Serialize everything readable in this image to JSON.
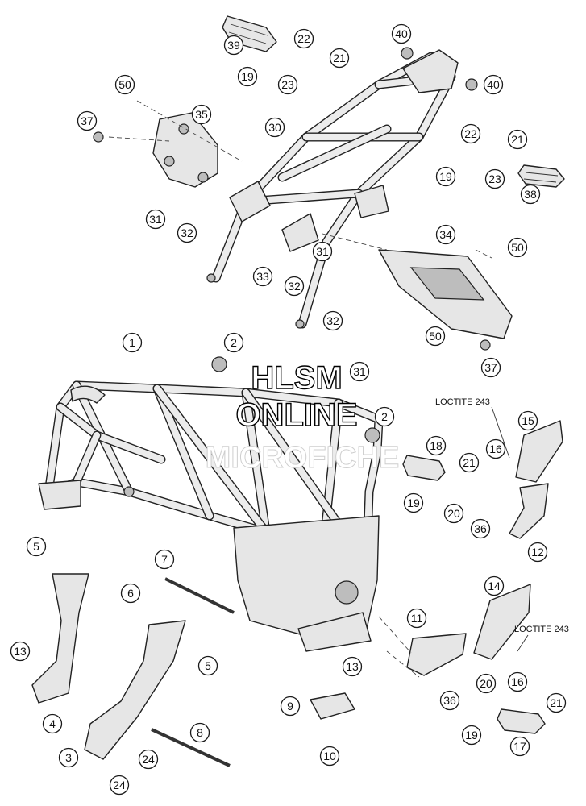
{
  "watermark": {
    "line1": "HLSM",
    "line2": "ONLINE",
    "line3": "MICROFICHE"
  },
  "notes": {
    "loctite_upper": "LOCTITE 243",
    "loctite_lower": "LOCTITE 243"
  },
  "callouts": {
    "c1": "1",
    "c2a": "2",
    "c2b": "2",
    "c3": "3",
    "c4": "4",
    "c5a": "5",
    "c5b": "5",
    "c6": "6",
    "c7": "7",
    "c8": "8",
    "c9": "9",
    "c10": "10",
    "c11": "11",
    "c12": "12",
    "c13a": "13",
    "c13b": "13",
    "c14": "14",
    "c15": "15",
    "c16a": "16",
    "c16b": "16",
    "c17": "17",
    "c18": "18",
    "c19a": "19",
    "c19b": "19",
    "c19c": "19",
    "c19d": "19",
    "c20a": "20",
    "c20b": "20",
    "c21a": "21",
    "c21b": "21",
    "c21c": "21",
    "c21d": "21",
    "c22a": "22",
    "c22b": "22",
    "c23a": "23",
    "c23b": "23",
    "c24a": "24",
    "c24b": "24",
    "c30": "30",
    "c31a": "31",
    "c31b": "31",
    "c31c": "31",
    "c32a": "32",
    "c32b": "32",
    "c32c": "32",
    "c33": "33",
    "c34": "34",
    "c35": "35",
    "c36a": "36",
    "c36b": "36",
    "c37a": "37",
    "c37b": "37",
    "c38": "38",
    "c39": "39",
    "c40a": "40",
    "c40b": "40",
    "c50a": "50",
    "c50b": "50",
    "c50c": "50"
  }
}
